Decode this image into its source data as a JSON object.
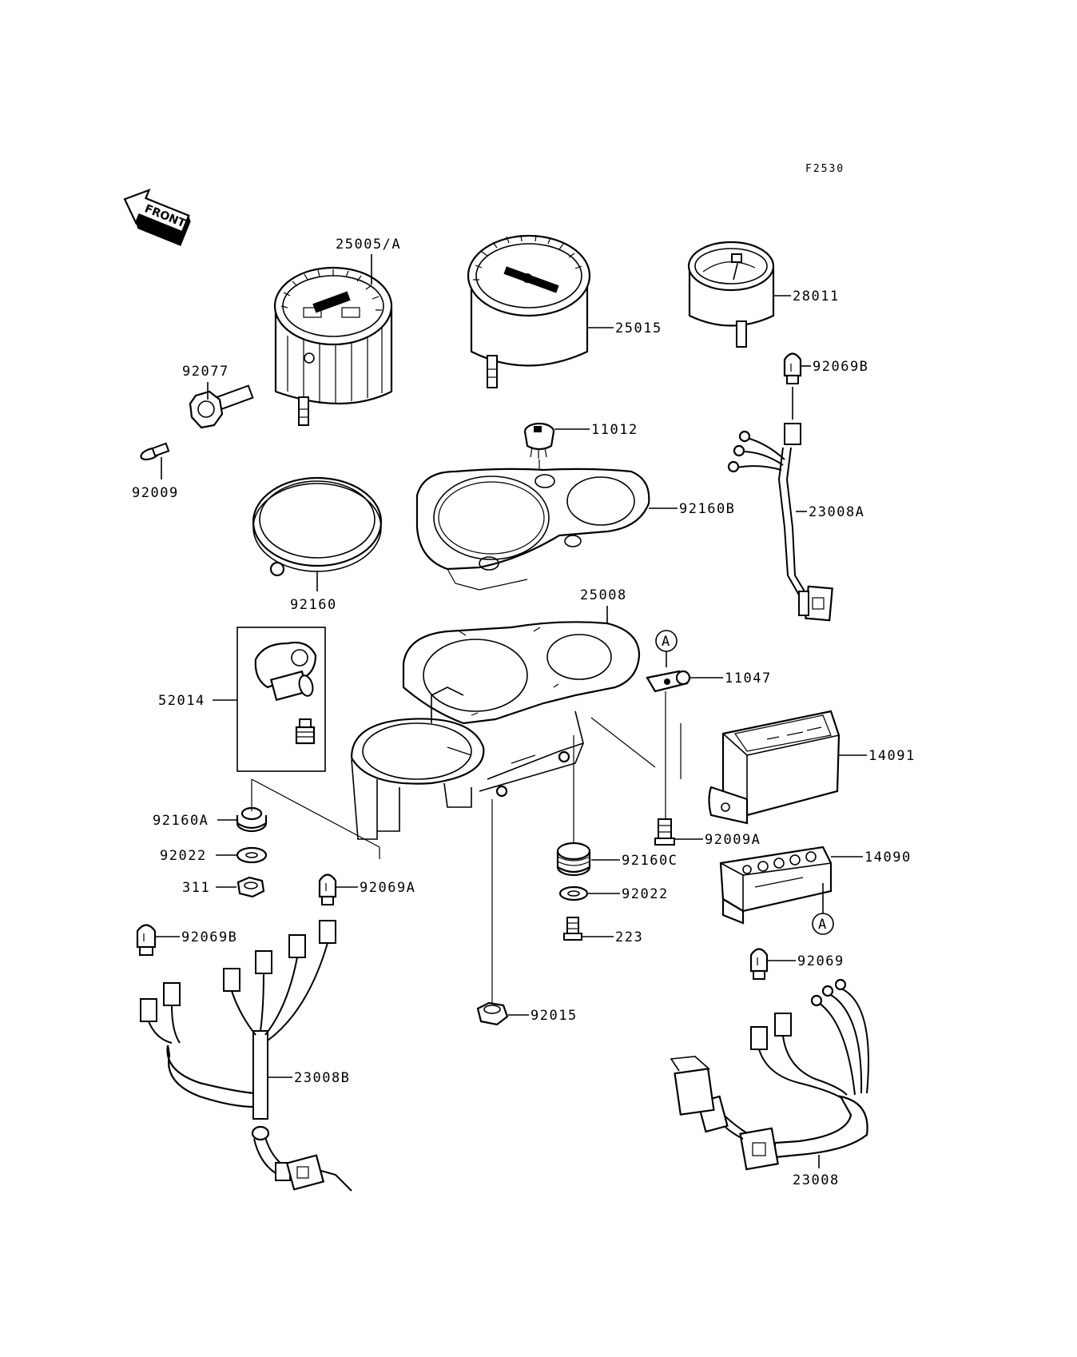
{
  "figure_code": "F2530",
  "front_label": "FRONT",
  "callout_letter": "A",
  "labels": {
    "p25005a": "25005/A",
    "p25015": "25015",
    "p28011": "28011",
    "p92077": "92077",
    "p92009": "92009",
    "p92069b_top": "92069B",
    "p11012": "11012",
    "p92160b": "92160B",
    "p23008a": "23008A",
    "p92160": "92160",
    "p25008": "25008",
    "p52014": "52014",
    "p11047": "11047",
    "p14091": "14091",
    "p92160a": "92160A",
    "p92022_left": "92022",
    "p311": "311",
    "p92069a": "92069A",
    "p92009a": "92009A",
    "p92160c": "92160C",
    "p14090": "14090",
    "p92022_right": "92022",
    "p223": "223",
    "p92069b_left": "92069B",
    "p92069": "92069",
    "p92015": "92015",
    "p23008b": "23008B",
    "p23008": "23008"
  }
}
